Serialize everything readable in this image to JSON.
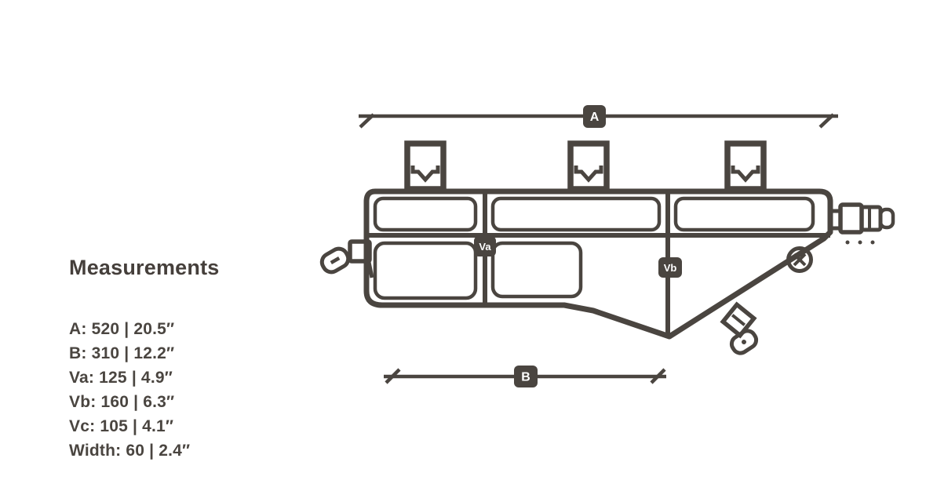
{
  "colors": {
    "ink": "#4a4540",
    "background": "#ffffff",
    "divider": "#ffffff",
    "label_text": "#ffffff"
  },
  "measurements_panel": {
    "heading": "Measurements",
    "items": [
      {
        "label": "A",
        "text": "A: 520 | 20.5″"
      },
      {
        "label": "B",
        "text": "B: 310 | 12.2″"
      },
      {
        "label": "Va",
        "text": "Va: 125 | 4.9″"
      },
      {
        "label": "Vb",
        "text": "Vb: 160 | 6.3″"
      },
      {
        "label": "Vc",
        "text": "Vc: 105 | 4.1″"
      },
      {
        "label": "Width",
        "text": "Width: 60 | 2.4″"
      }
    ]
  },
  "diagram": {
    "title": "frame-bag-dimension-drawing",
    "labels": {
      "top_width": "A",
      "bottom_width": "B",
      "height_front": "Va",
      "height_mid": "Vb"
    }
  }
}
